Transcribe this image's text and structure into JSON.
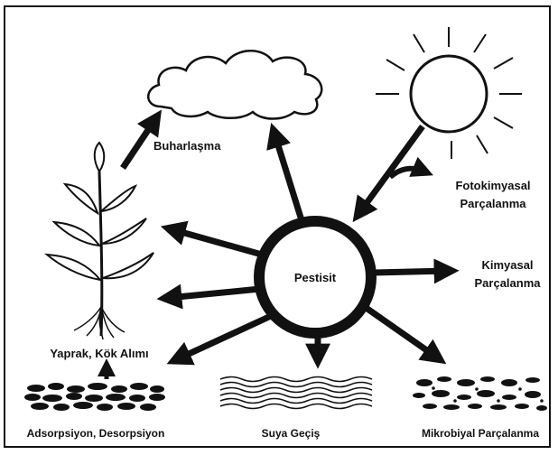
{
  "center": {
    "label": "Pestisit"
  },
  "labels": {
    "evaporation": "Buharlaşma",
    "photochem_line1": "Fotokimyasal",
    "photochem_line2": "Parçalanma",
    "chemical_line1": "Kimyasal",
    "chemical_line2": "Parçalanma",
    "uptake": "Yaprak, Kök Alımı",
    "adsorption": "Adsorpsiyon, Desorpsiyon",
    "water": "Suya Geçiş",
    "microbial": "Mikrobiyal Parçalanma"
  },
  "icons": [
    "cloud-icon",
    "sun-icon",
    "plant-icon",
    "soil-icon",
    "water-icon",
    "microbe-icon"
  ]
}
